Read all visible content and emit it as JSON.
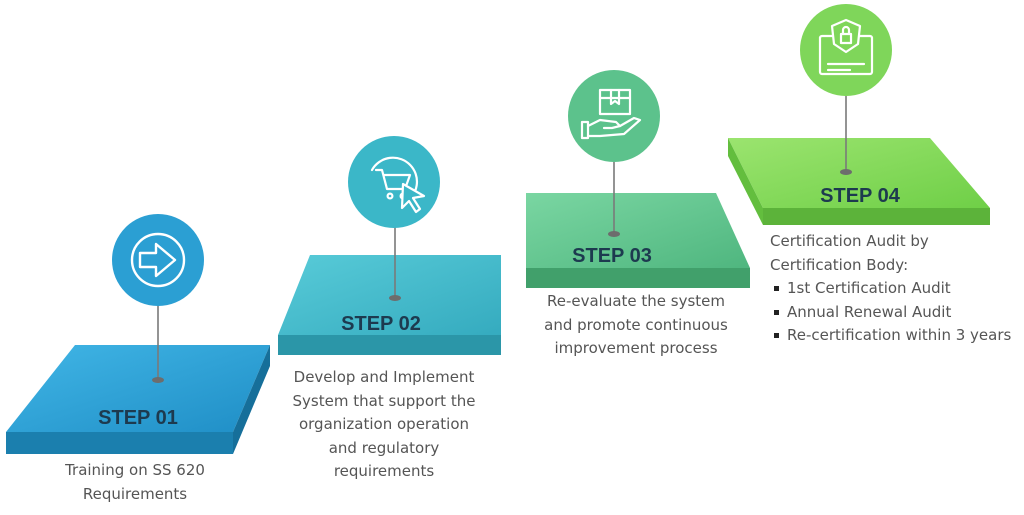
{
  "steps": [
    {
      "label": "STEP 01",
      "icon": "arrow-right-icon",
      "color": "#2b9fd3",
      "description": [
        "Training on SS 620",
        "Requirements"
      ]
    },
    {
      "label": "STEP 02",
      "icon": "cart-cursor-icon",
      "color": "#3bb7c8",
      "description": [
        "Develop and Implement",
        "System that support the",
        "organization operation",
        "and regulatory",
        "requirements"
      ]
    },
    {
      "label": "STEP 03",
      "icon": "box-hand-icon",
      "color": "#5cc28c",
      "description": [
        "Re-evaluate the system",
        "and promote continuous",
        "improvement process"
      ]
    },
    {
      "label": "STEP 04",
      "icon": "shield-certificate-icon",
      "color": "#7fd65a",
      "description": [
        "Certification Audit by",
        "Certification Body:"
      ],
      "bullets": [
        "1st Certification Audit",
        "Annual Renewal Audit",
        "Re-certification within 3 years"
      ]
    }
  ]
}
